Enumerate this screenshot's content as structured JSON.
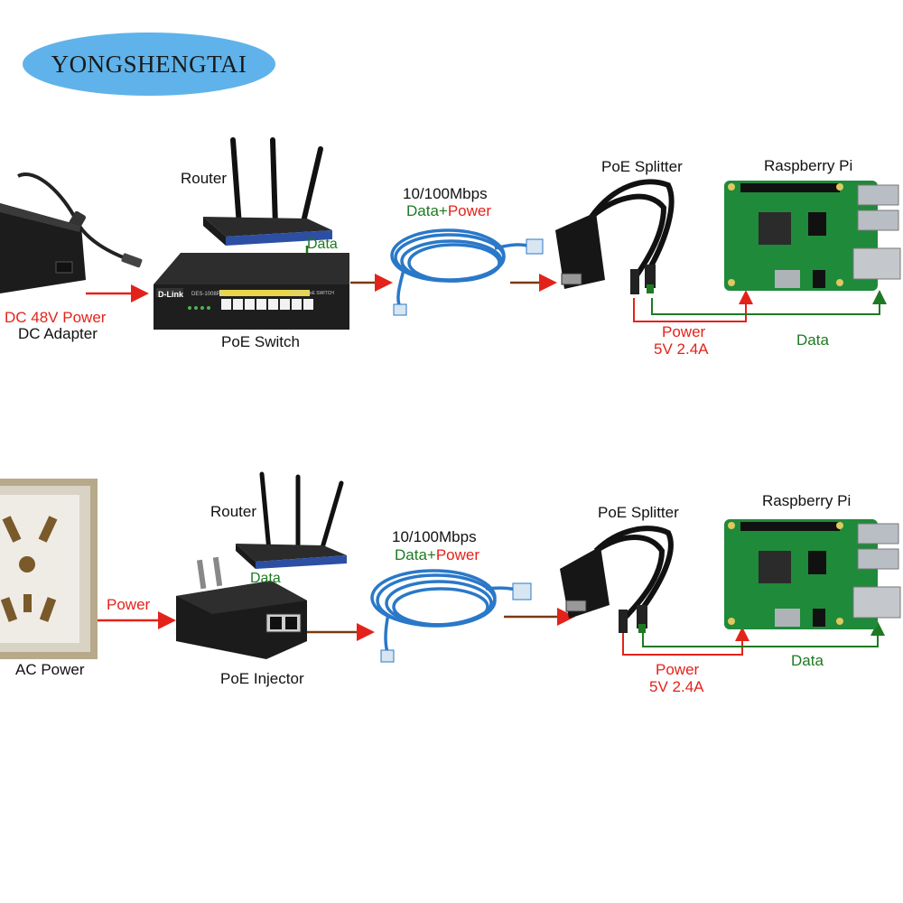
{
  "brand": {
    "name": "YONGSHENGTAI"
  },
  "top": {
    "router_label": "Router",
    "switch_label": "PoE Switch",
    "switch_brand": "D-Link",
    "switch_model": "DES-1008PA",
    "switch_note": "DIGIBIT PoE SWITCH",
    "adapter_power_label": "DC 48V Power",
    "adapter_label": "DC Adapter",
    "data_label": "Data",
    "cable_speed": "10/100Mbps",
    "cable_data": "Data+",
    "cable_power": "Power",
    "splitter_label": "PoE Splitter",
    "pi_label": "Raspberry Pi",
    "out_power_label": "Power",
    "out_power_spec": "5V 2.4A",
    "out_data_label": "Data"
  },
  "bottom": {
    "ac_label": "AC Power",
    "ac_power_label": "Power",
    "router_label": "Router",
    "data_label": "Data",
    "injector_label": "PoE Injector",
    "cable_speed": "10/100Mbps",
    "cable_data": "Data+",
    "cable_power": "Power",
    "splitter_label": "PoE Splitter",
    "pi_label": "Raspberry Pi",
    "out_power_label": "Power",
    "out_power_spec": "5V 2.4A",
    "out_data_label": "Data"
  },
  "colors": {
    "power": "#e3231b",
    "data": "#1e7a22",
    "brand_bg": "#5fb3ea",
    "cable": "#2a78c8",
    "pcb": "#1f8a3a"
  }
}
